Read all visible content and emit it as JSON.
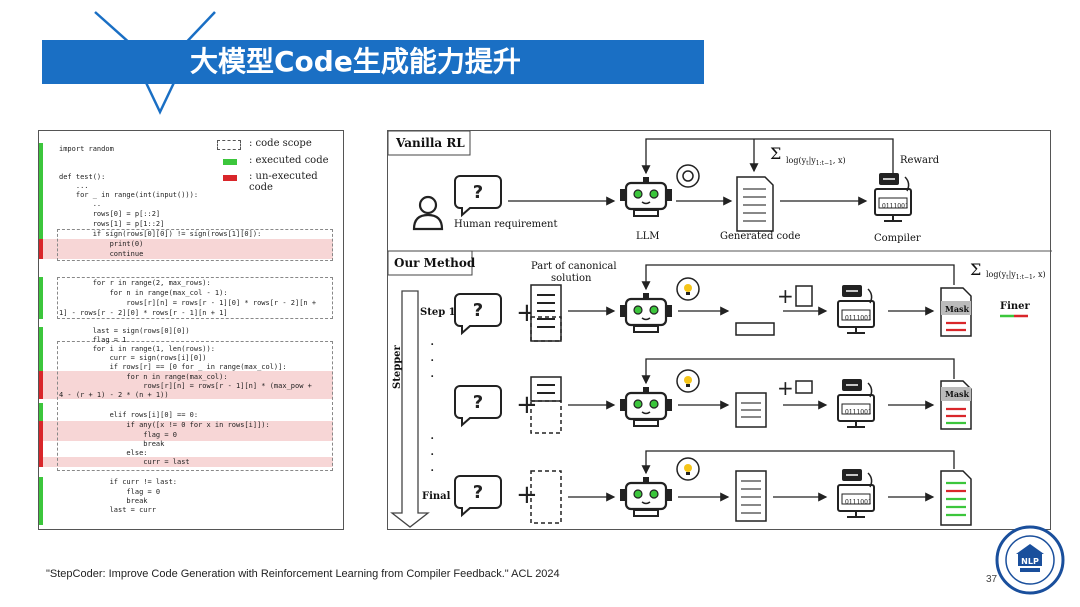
{
  "title": "大模型Code生成能力提升",
  "code_panel": {
    "legend": {
      "scope": ": code scope",
      "executed": ": executed code",
      "unexecuted": ": un-executed code"
    },
    "lines": [
      "import random",
      "def test():",
      "    ...",
      "    for _ in range(int(input())):",
      "        ..",
      "        rows[0] = p[::2]",
      "        rows[1] = p[1::2]",
      "        if sign(rows[0][0]) != sign(rows[1][0]):",
      "            print(0)",
      "            continue",
      "        for r in range(2, max_rows):",
      "            for n in range(max_col - 1):",
      "                rows[r][n] = rows[r - 1][0] * rows[r - 2][n +",
      "1] - rows[r - 2][0] * rows[r - 1][n + 1]",
      "        last = sign(rows[0][0])",
      "        flag = 1",
      "        for i in range(1, len(rows)):",
      "            curr = sign(rows[i][0])",
      "            if rows[r] == [0 for _ in range(max_col)]:",
      "                for n in range(max_col):",
      "                    rows[r][n] = rows[r - 1][n] * (max_pow +",
      "4 - (r + 1) - 2 * (n + 1))",
      "            elif rows[i][0] == 0:",
      "                if any([x != 0 for x in rows[i]]):",
      "                    flag = 0",
      "                    break",
      "                else:",
      "                    curr = last",
      "            if curr != last:",
      "                flag = 0",
      "                break",
      "            last = curr"
    ]
  },
  "diagram": {
    "vanilla_rl": "Vanilla RL",
    "human_requirement": "Human requirement",
    "llm": "LLM",
    "generated_code": "Generated code",
    "compiler": "Compiler",
    "reward": "Reward",
    "our_method": "Our Method",
    "canonical": [
      "Part of canonical",
      "solution"
    ],
    "step1": "Step 1",
    "stepper": "Stepper",
    "final": "Final",
    "mask": "Mask",
    "finer": "Finer",
    "binary": "0111001",
    "dots": "·"
  },
  "citation": "\"StepCoder: Improve Code Generation with Reinforcement Learning from Compiler Feedback.\" ACL 2024",
  "page_number": "37",
  "logo_text": "NLP",
  "colors": {
    "banner": "#1a6fc4",
    "executed": "#3cc63c",
    "unexecuted": "#d9262a",
    "scope_fill": "#f7d6d6"
  }
}
